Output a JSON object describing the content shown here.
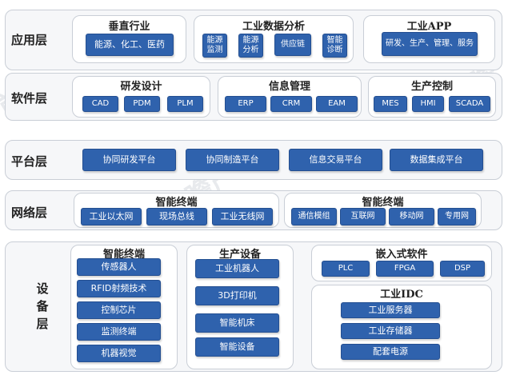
{
  "layers": {
    "app": {
      "label": "应用层",
      "groups": [
        {
          "title": "垂直行业",
          "items": [
            "能源、化工、医药"
          ]
        },
        {
          "title": "工业数据分析",
          "items": [
            "能源监测",
            "能源分析",
            "供应链",
            "智能诊断"
          ]
        },
        {
          "title": "工业APP",
          "items": [
            "研发、生产、管理、服务"
          ]
        }
      ]
    },
    "software": {
      "label": "软件层",
      "groups": [
        {
          "title": "研发设计",
          "items": [
            "CAD",
            "PDM",
            "PLM"
          ]
        },
        {
          "title": "信息管理",
          "items": [
            "ERP",
            "CRM",
            "EAM"
          ]
        },
        {
          "title": "生产控制",
          "items": [
            "MES",
            "HMI",
            "SCADA"
          ]
        }
      ]
    },
    "platform": {
      "label": "平台层",
      "items": [
        "协同研发平台",
        "协同制造平台",
        "信息交易平台",
        "数据集成平台"
      ]
    },
    "network": {
      "label": "网络层",
      "groups": [
        {
          "title": "智能终端",
          "items": [
            "工业以太网",
            "现场总线",
            "工业无线网"
          ]
        },
        {
          "title": "智能终端",
          "items": [
            "通信模组",
            "互联网",
            "移动网",
            "专用网"
          ]
        }
      ]
    },
    "device": {
      "label": [
        "设",
        "备",
        "层"
      ],
      "groups": [
        {
          "title": "智能终端",
          "items": [
            "传感器人",
            "RFID射频技术",
            "控制芯片",
            "监测终端",
            "机器视觉"
          ]
        },
        {
          "title": "生产设备",
          "items": [
            "工业机器人",
            "3D打印机",
            "智能机床",
            "智能设备"
          ]
        },
        {
          "title": "嵌入式软件",
          "items": [
            "PLC",
            "FPGA",
            "DSP"
          ]
        },
        {
          "title": "工业IDC",
          "items": [
            "工业服务器",
            "工业存储器",
            "配套电源"
          ]
        }
      ]
    }
  },
  "colors": {
    "box": "#2f62ad",
    "border": "#c9ced6",
    "panel": "#f6f7f9"
  }
}
